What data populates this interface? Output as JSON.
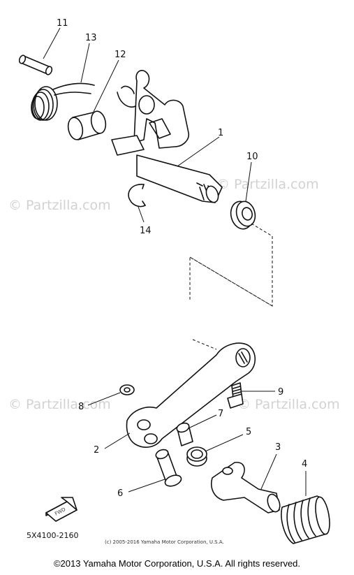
{
  "callouts": {
    "n1": "1",
    "n2": "2",
    "n3": "3",
    "n4": "4",
    "n5": "5",
    "n6": "6",
    "n7": "7",
    "n8": "8",
    "n9": "9",
    "n10": "10",
    "n11": "11",
    "n12": "12",
    "n13": "13",
    "n14": "14"
  },
  "watermark": "© Partzilla.com",
  "fwd_label": "FWD",
  "diagram_code": "5X4100-2160",
  "small_copyright": "(c) 2005-2016 Yamaha Motor Corporation, U.S.A.",
  "footer_copyright": "©2013 Yamaha Motor Corporation, U.S.A. All rights reserved."
}
